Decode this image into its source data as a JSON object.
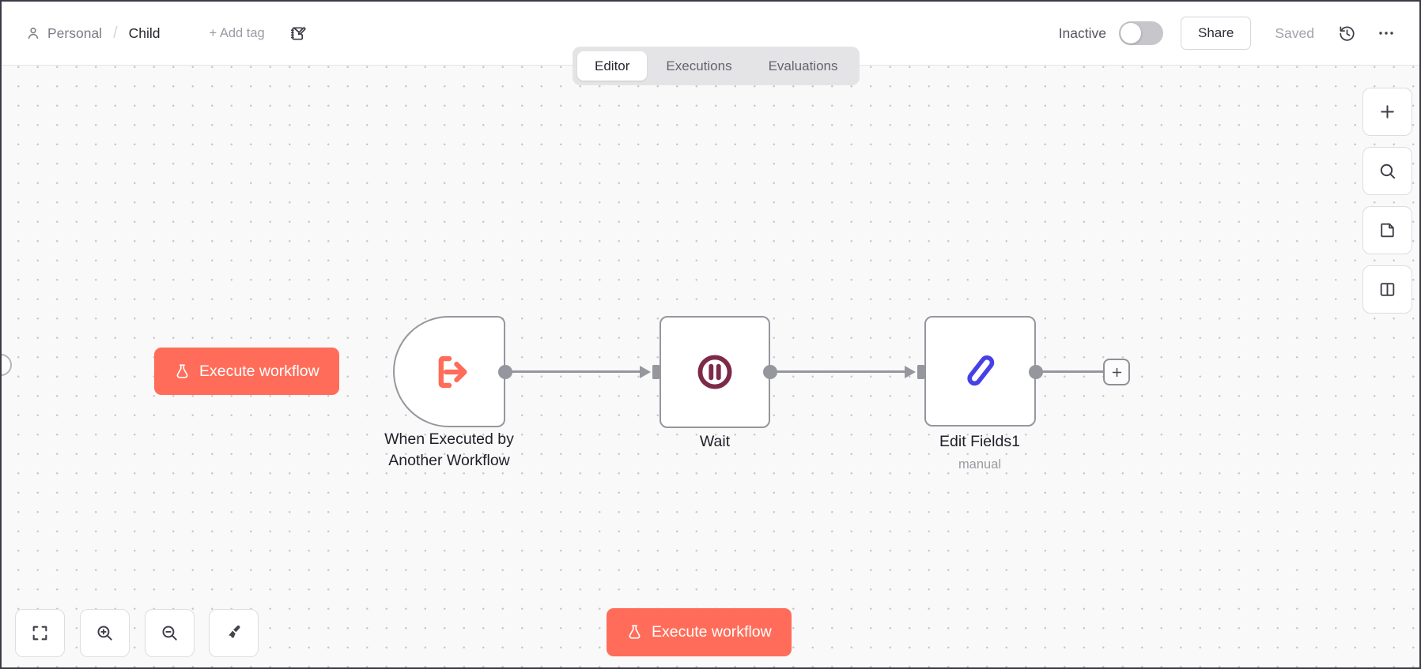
{
  "header": {
    "project": "Personal",
    "breadcrumb_separator": "/",
    "workflow_name": "Child",
    "add_tag": "+ Add tag",
    "status": "Inactive",
    "status_active": false,
    "share": "Share",
    "saved": "Saved"
  },
  "tabs": [
    {
      "label": "Editor",
      "active": true
    },
    {
      "label": "Executions",
      "active": false
    },
    {
      "label": "Evaluations",
      "active": false
    }
  ],
  "canvas": {
    "execute_button": "Execute workflow",
    "nodes": [
      {
        "label": "When Executed by Another Workflow",
        "type": "execute-workflow-trigger",
        "icon": "exit-arrow-icon",
        "icon_color": "#ff6d5a"
      },
      {
        "label": "Wait",
        "type": "wait",
        "icon": "pause-circle-icon",
        "icon_color": "#7d2a49"
      },
      {
        "label": "Edit Fields1",
        "subtitle": "manual",
        "type": "set",
        "icon": "pen-icon",
        "icon_color": "#4540e8"
      }
    ]
  },
  "icons": {
    "header": [
      "user-icon",
      "edit-note-icon",
      "history-icon",
      "ellipsis-icon"
    ],
    "right_toolbar": [
      "plus-icon",
      "search-icon",
      "sticky-note-icon",
      "split-panel-icon"
    ],
    "bottom_toolbar": [
      "fit-view-icon",
      "zoom-in-icon",
      "zoom-out-icon",
      "tidy-icon"
    ],
    "buttons": [
      "flask-icon"
    ]
  },
  "colors": {
    "accent": "#ff6d5a",
    "canvas_bg": "#f9f9f9",
    "node_border": "#96969e",
    "connector": "#96969e",
    "wait_icon": "#7d2a49",
    "pen_icon": "#4540e8",
    "tab_bar_bg": "#e4e4e6"
  }
}
